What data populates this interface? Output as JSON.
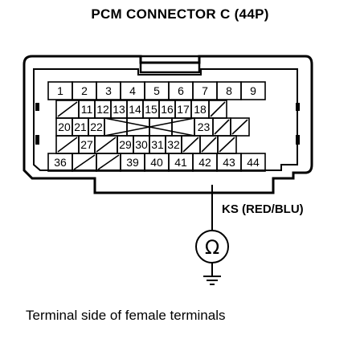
{
  "title": "PCM CONNECTOR C (44P)",
  "wire_label": "KS (RED/BLU)",
  "caption": "Terminal side of female terminals",
  "meter_symbol": "Ω",
  "terminal_rows": [
    [
      "1",
      "2",
      "3",
      "4",
      "5",
      "6",
      "7",
      "8",
      "9"
    ],
    [
      "",
      "11",
      "12",
      "13",
      "14",
      "15",
      "16",
      "17",
      "18",
      ""
    ],
    [
      "20",
      "21",
      "22",
      "",
      "",
      "",
      "",
      "23",
      "",
      ""
    ],
    [
      "",
      "27",
      "",
      "29",
      "30",
      "31",
      "32",
      "",
      "",
      ""
    ],
    [
      "36",
      "",
      "",
      "39",
      "40",
      "41",
      "42",
      "43",
      "44"
    ]
  ],
  "probe_terminal": "42"
}
